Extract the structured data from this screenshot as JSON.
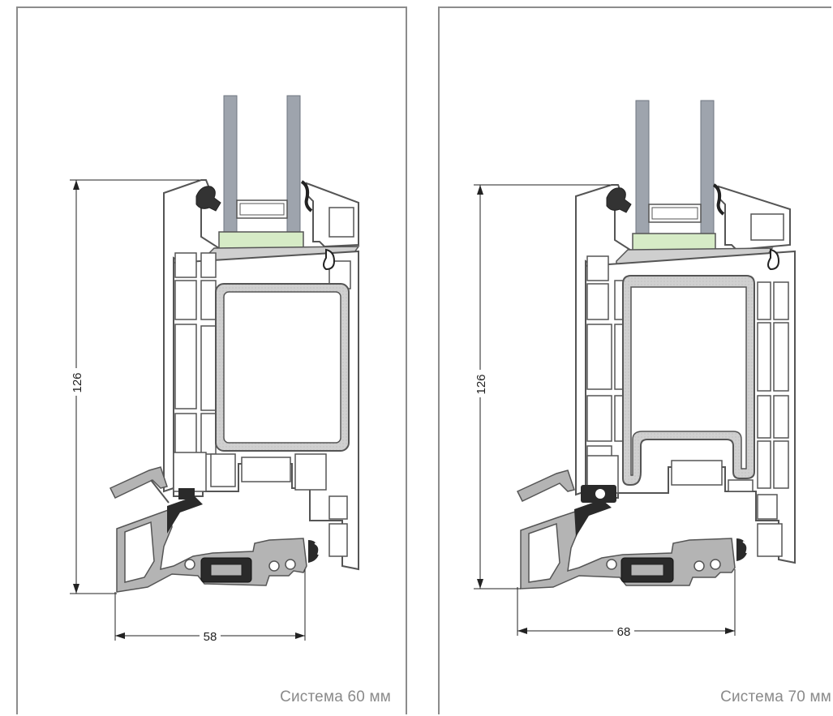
{
  "panels": [
    {
      "caption": "Система 60 мм",
      "dimensions": {
        "height": "126",
        "width": "58"
      }
    },
    {
      "caption": "Система 70 мм",
      "dimensions": {
        "height": "126",
        "width": "68"
      }
    }
  ],
  "colors": {
    "frame_border": "#8c8c8c",
    "profile_outline": "#555555",
    "glass": "#9ea4ad",
    "glazing_block": "#d6ebc6",
    "steel_reinforcement": "#d2d2d2",
    "aluminium": "#b4b4b4",
    "gasket": "#2a2a2a"
  }
}
